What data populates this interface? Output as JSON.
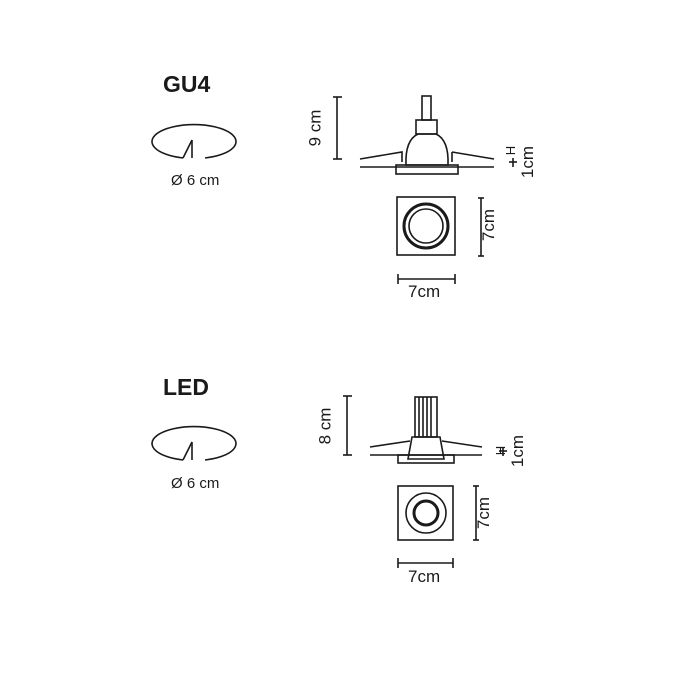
{
  "sections": [
    {
      "title": "GU4",
      "cutout": "Ø 6 cm",
      "height": "9 cm",
      "flange_symbol": "H",
      "flange": "1cm",
      "side": "7cm",
      "width": "7cm"
    },
    {
      "title": "LED",
      "cutout": "Ø 6 cm",
      "height": "8 cm",
      "flange_symbol": "H",
      "flange": "1cm",
      "side": "7cm",
      "width": "7cm"
    }
  ]
}
